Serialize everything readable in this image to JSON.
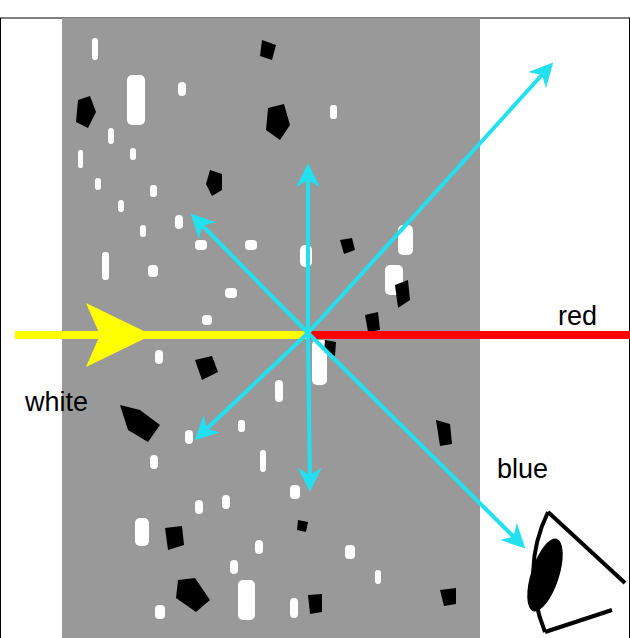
{
  "diagram": {
    "labels": [
      "white",
      "red",
      "blue"
    ]
  }
}
